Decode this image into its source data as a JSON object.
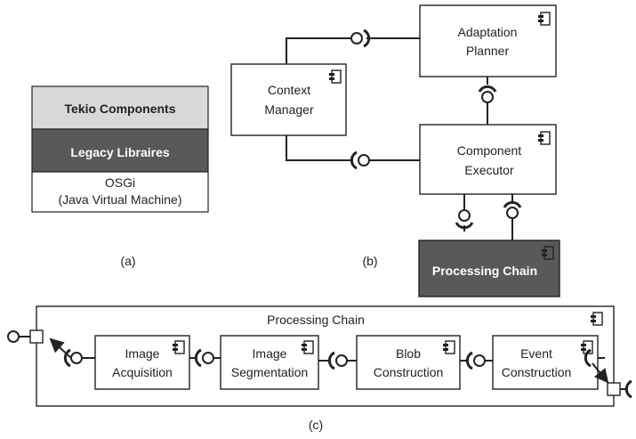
{
  "colors": {
    "line": "#222222",
    "box_fill": "#ffffff",
    "layer_light": "#d9d9d9",
    "layer_dark": "#595959",
    "processing_dark": "#595959",
    "text_light": "#ffffff"
  },
  "panel_a": {
    "layers": [
      "Tekio Components",
      "Legacy Libraires"
    ],
    "osgi_line1": "OSGi",
    "osgi_line2": "(Java Virtual Machine)",
    "caption": "(a)"
  },
  "panel_b": {
    "adaptation_planner": [
      "Adaptation",
      "Planner"
    ],
    "context_manager": [
      "Context",
      "Manager"
    ],
    "component_executor": [
      "Component",
      "Executor"
    ],
    "processing_chain": "Processing Chain",
    "caption": "(b)"
  },
  "panel_c": {
    "title": "Processing Chain",
    "components": [
      [
        "Image",
        "Acquisition"
      ],
      [
        "Image",
        "Segmentation"
      ],
      [
        "Blob",
        "Construction"
      ],
      [
        "Event",
        "Construction"
      ]
    ],
    "caption": "(c)"
  }
}
